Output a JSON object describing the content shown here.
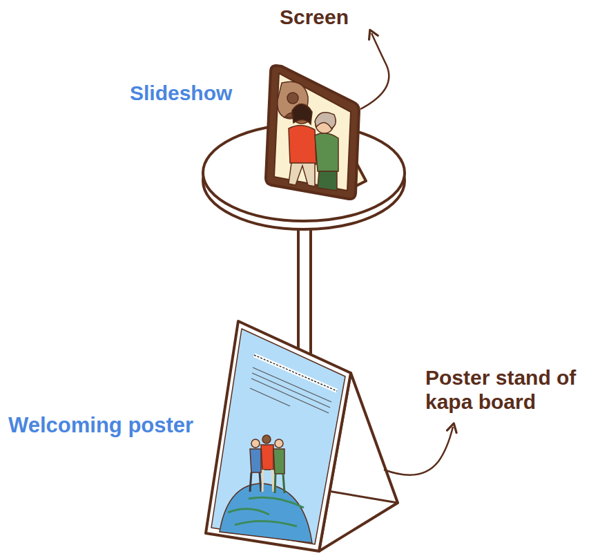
{
  "diagram": {
    "labels": [
      "Screen",
      "Slideshow",
      "Welcoming poster",
      "Poster stand of kapa board"
    ]
  }
}
